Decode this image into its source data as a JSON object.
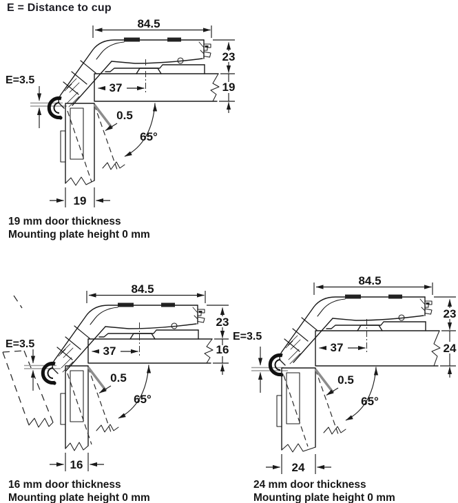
{
  "heading": "E = Distance to cup",
  "colors": {
    "line": "#1a1a1a",
    "gray_reference": "#9a9a9a",
    "gap_line": "#8c8c8c",
    "background": "#ffffff"
  },
  "diagrams": [
    {
      "id": "19mm",
      "dims": {
        "arm_length": "84.5",
        "arm_height": "23",
        "panel_thickness": "19",
        "cup_distance": "37",
        "distance_to_cup": "E=3.5",
        "gap": "0.5",
        "opening_angle": "65°",
        "door_thickness": "19"
      },
      "caption_line1": "19 mm door thickness",
      "caption_line2": "Mounting plate height 0 mm"
    },
    {
      "id": "16mm",
      "dims": {
        "arm_length": "84.5",
        "arm_height": "23",
        "panel_thickness": "16",
        "cup_distance": "37",
        "distance_to_cup": "E=3.5",
        "gap": "0.5",
        "opening_angle": "65°",
        "door_thickness": "16"
      },
      "caption_line1": "16 mm door thickness",
      "caption_line2": "Mounting plate height 0 mm"
    },
    {
      "id": "24mm",
      "dims": {
        "arm_length": "84.5",
        "arm_height": "23",
        "panel_thickness": "24",
        "cup_distance": "37",
        "distance_to_cup": "E=3.5",
        "gap": "0.5",
        "opening_angle": "65°",
        "door_thickness": "24"
      },
      "caption_line1": "24 mm door thickness",
      "caption_line2": "Mounting plate height 0 mm"
    }
  ]
}
